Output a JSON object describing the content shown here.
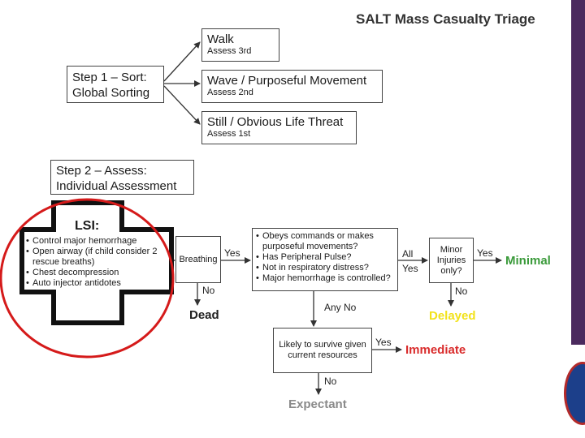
{
  "title": "SALT Mass Casualty Triage",
  "step1": {
    "label": "Step 1 – Sort:",
    "sub": "Global Sorting"
  },
  "sort_boxes": [
    {
      "main": "Walk",
      "sub": "Assess 3rd"
    },
    {
      "main": "Wave / Purposeful Movement",
      "sub": "Assess 2nd"
    },
    {
      "main": "Still / Obvious Life Threat",
      "sub": "Assess 1st"
    }
  ],
  "step2": {
    "label": "Step 2 – Assess:",
    "sub": "Individual Assessment"
  },
  "lsi": {
    "title": "LSI:",
    "items": [
      "Control major hemorrhage",
      "Open airway (if child consider 2 rescue breaths)",
      "Chest decompression",
      "Auto injector antidotes"
    ]
  },
  "breathing": "Breathing",
  "questions": [
    "Obeys commands or makes purposeful movements?",
    "Has Peripheral Pulse?",
    "Not in respiratory distress?",
    "Major hemorrhage is controlled?"
  ],
  "minor": "Minor Injuries only?",
  "survive": "Likely to survive given current resources",
  "labels": {
    "yes": "Yes",
    "no": "No",
    "all": "All",
    "any_no": "Any No"
  },
  "outcomes": {
    "dead": "Dead",
    "minimal": "Minimal",
    "delayed": "Delayed",
    "immediate": "Immediate",
    "expectant": "Expectant"
  },
  "colors": {
    "minimal": "#3a9a3a",
    "delayed": "#f2e21a",
    "immediate": "#d92b2b",
    "expectant": "#8a8a8a",
    "dead": "#222222",
    "highlight_circle": "#d51a1a",
    "side_strip": "#4b2a5e"
  }
}
